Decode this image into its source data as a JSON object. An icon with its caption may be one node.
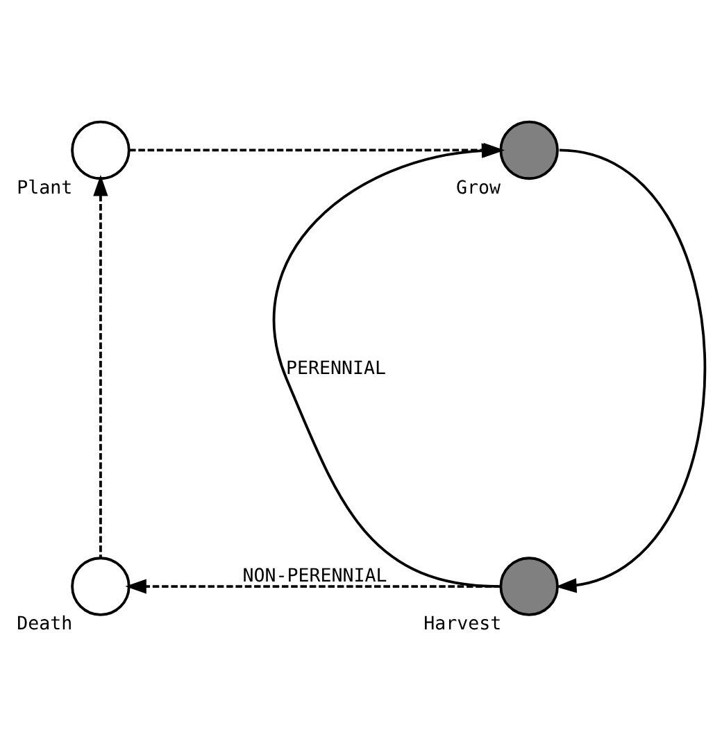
{
  "diagram": {
    "nodes": [
      {
        "text": [
          "Plant"
        ]
      },
      {
        "text": [
          "Grow"
        ]
      },
      {
        "text": [
          "Death"
        ]
      },
      {
        "text": [
          "Harvest"
        ]
      }
    ],
    "edges": [
      {
        "from": 0,
        "to": 1,
        "arrow": "to",
        "style": "dashed"
      },
      {
        "from": 1,
        "to": 3,
        "arrow": "to"
      },
      {
        "from": 3,
        "to": 1,
        "arrow": "to",
        "label": "PERENNIAL"
      },
      {
        "from": 3,
        "to": 2,
        "arrow": "to",
        "style": "dashed",
        "label": "NON-PERENNIAL"
      },
      {
        "from": 2,
        "to": 0,
        "arrow": "to",
        "style": "dashed"
      }
    ]
  }
}
